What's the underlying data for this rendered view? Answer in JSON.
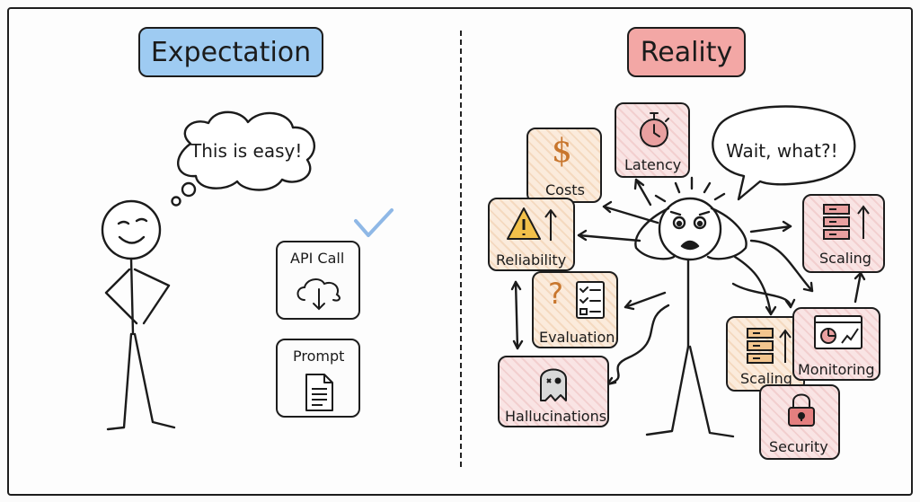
{
  "left": {
    "title": "Expectation",
    "thought": "This is easy!",
    "items": [
      {
        "label": "API Call",
        "icon": "cloud-download-icon"
      },
      {
        "label": "Prompt",
        "icon": "document-icon"
      }
    ],
    "check_icon": "checkmark-icon"
  },
  "right": {
    "title": "Reality",
    "speech": "Wait, what?!",
    "items": [
      {
        "label": "Costs",
        "icon": "dollar-icon"
      },
      {
        "label": "Latency",
        "icon": "stopwatch-icon"
      },
      {
        "label": "Reliability",
        "icon": "warning-icon"
      },
      {
        "label": "Evaluation",
        "icon": "checklist-icon"
      },
      {
        "label": "Hallucinations",
        "icon": "ghost-icon"
      },
      {
        "label": "Scaling",
        "icon": "server-icon"
      },
      {
        "label": "Scaling",
        "icon": "server-icon"
      },
      {
        "label": "Monitoring",
        "icon": "dashboard-icon"
      },
      {
        "label": "Security",
        "icon": "lock-icon"
      }
    ]
  },
  "colors": {
    "expectation": "#9ecbf2",
    "reality": "#f3a7a5",
    "check": "#8fb8e6",
    "ink": "#1b1b1b"
  }
}
